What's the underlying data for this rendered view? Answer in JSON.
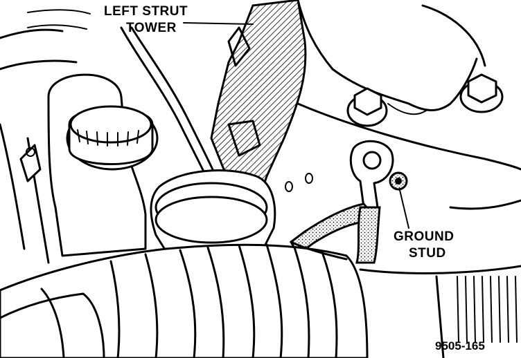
{
  "labels": {
    "left_strut_tower_line1": "LEFT STRUT",
    "left_strut_tower_line2": "TOWER",
    "ground_stud_line1": "GROUND",
    "ground_stud_line2": "STUD"
  },
  "figure_number": "9505-165"
}
